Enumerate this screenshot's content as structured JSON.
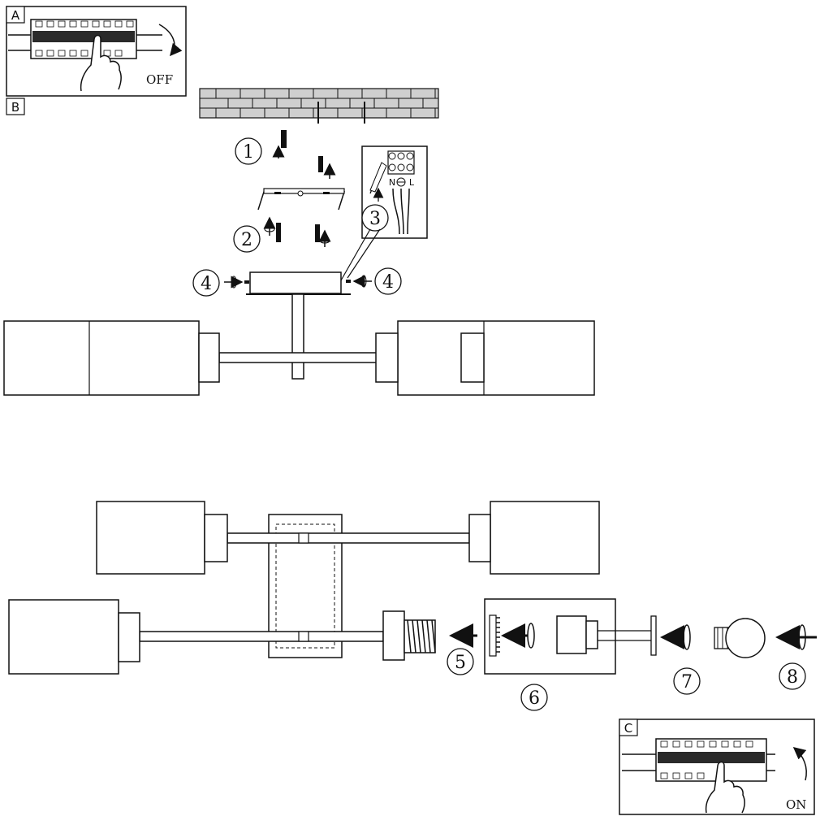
{
  "panels": {
    "a": {
      "letter": "A",
      "state": "OFF"
    },
    "b": {
      "letter": "B"
    },
    "c": {
      "letter": "C",
      "state": "ON"
    }
  },
  "steps": {
    "s1": "1",
    "s2": "2",
    "s3": "3",
    "s4_left": "4",
    "s4_right": "4",
    "s5": "5",
    "s6": "6",
    "s7": "7",
    "s8": "8"
  },
  "terminal_labels": {
    "neutral": "N",
    "live": "L"
  },
  "colors": {
    "ink": "#111111",
    "paper": "#ffffff",
    "brick_fill": "#cfcfcf",
    "switch_dark": "#2a2a2a"
  }
}
